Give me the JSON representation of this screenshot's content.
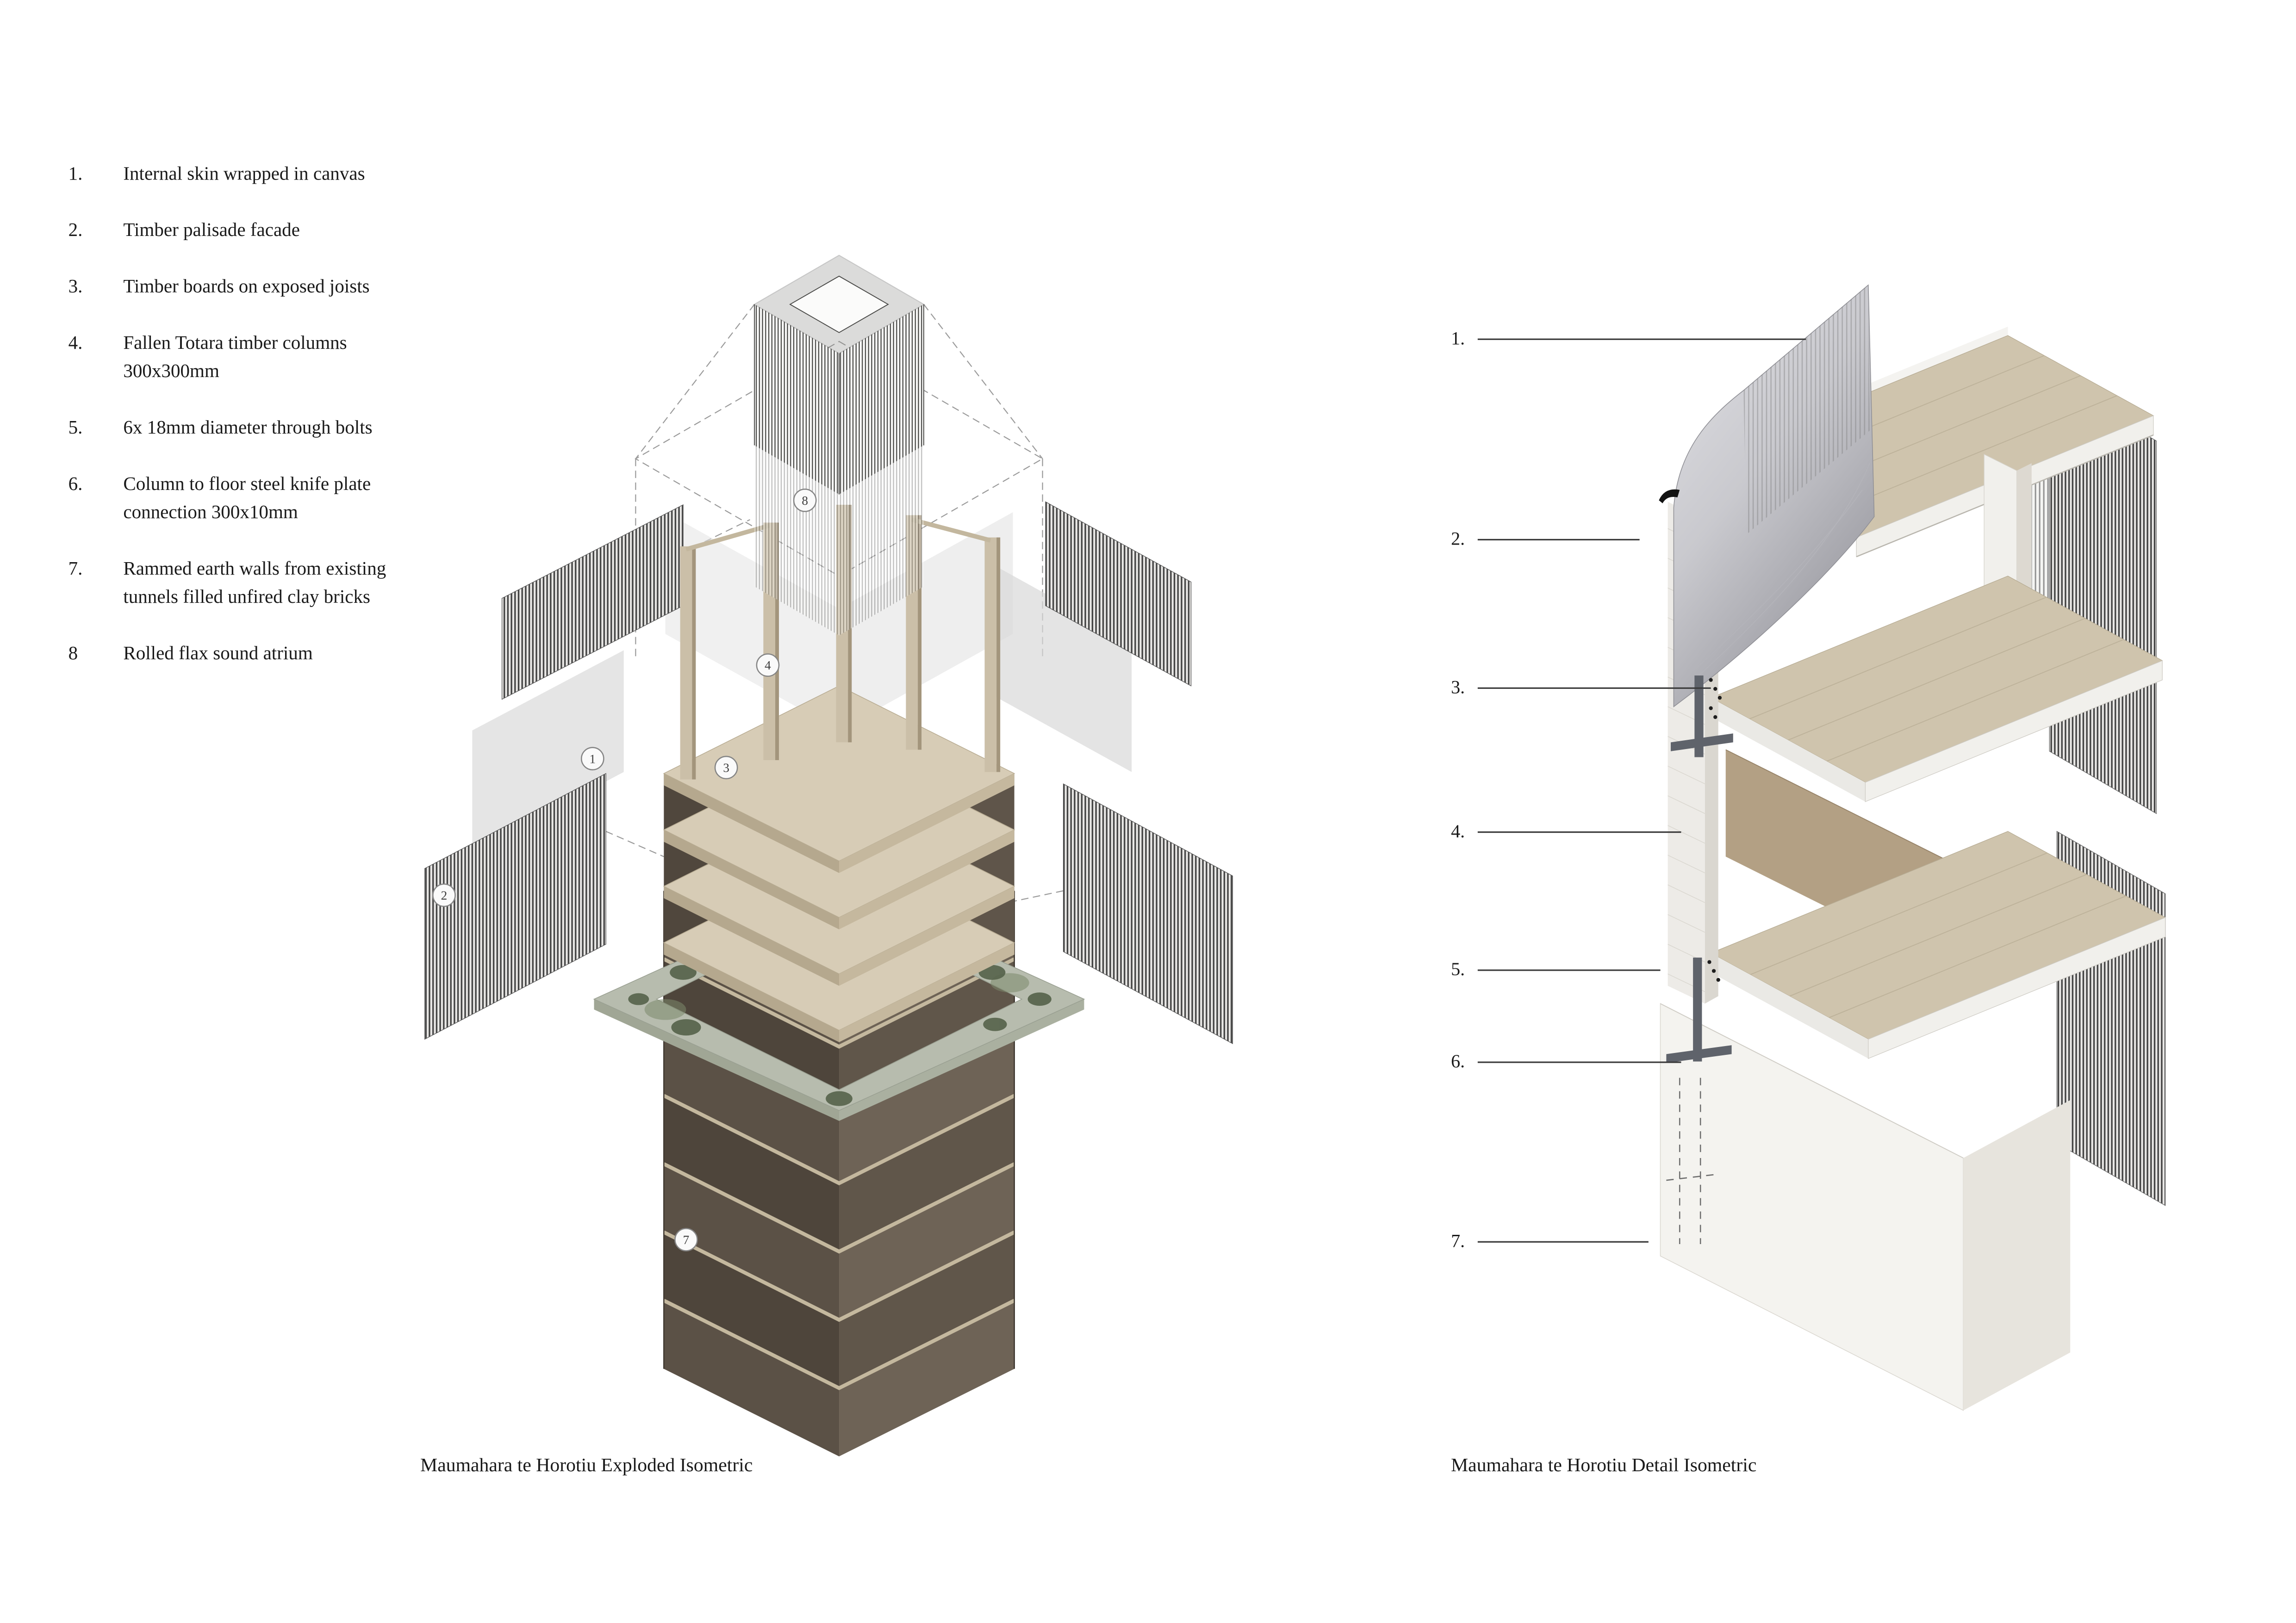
{
  "legend": {
    "items": [
      {
        "num": "1.",
        "text": "Internal skin wrapped in canvas"
      },
      {
        "num": "2.",
        "text": "Timber palisade facade"
      },
      {
        "num": "3.",
        "text": "Timber boards on exposed joists"
      },
      {
        "num": "4.",
        "text": "Fallen Totara timber columns\n300x300mm"
      },
      {
        "num": "5.",
        "text": "6x 18mm diameter through bolts"
      },
      {
        "num": "6.",
        "text": "Column to floor steel knife plate\nconnection 300x10mm"
      },
      {
        "num": "7.",
        "text": "Rammed earth walls from existing\ntunnels filled unfired clay bricks"
      },
      {
        "num": "8",
        "text": "Rolled flax sound atrium"
      }
    ]
  },
  "exploded": {
    "caption": "Maumahara te Horotiu Exploded Isometric",
    "markers": [
      {
        "label": "1"
      },
      {
        "label": "2"
      },
      {
        "label": "3"
      },
      {
        "label": "4"
      },
      {
        "label": "7"
      },
      {
        "label": "8"
      }
    ]
  },
  "detail": {
    "caption": "Maumahara te Horotiu Detail Isometric",
    "callouts": [
      {
        "label": "1."
      },
      {
        "label": "2."
      },
      {
        "label": "3."
      },
      {
        "label": "4."
      },
      {
        "label": "5."
      },
      {
        "label": "6."
      },
      {
        "label": "7."
      }
    ]
  },
  "colors": {
    "timber": "#cfc4ad",
    "timber_edge": "#b5a88e",
    "earth_dark": "#564c41",
    "earth_light": "#6e6457",
    "foliage": "#55624a",
    "ground": "#b7bcae",
    "canvas": "#c4c4ca",
    "steel": "#5f636b",
    "base_white": "#f4f3ef",
    "palisade_line": "#424242"
  }
}
